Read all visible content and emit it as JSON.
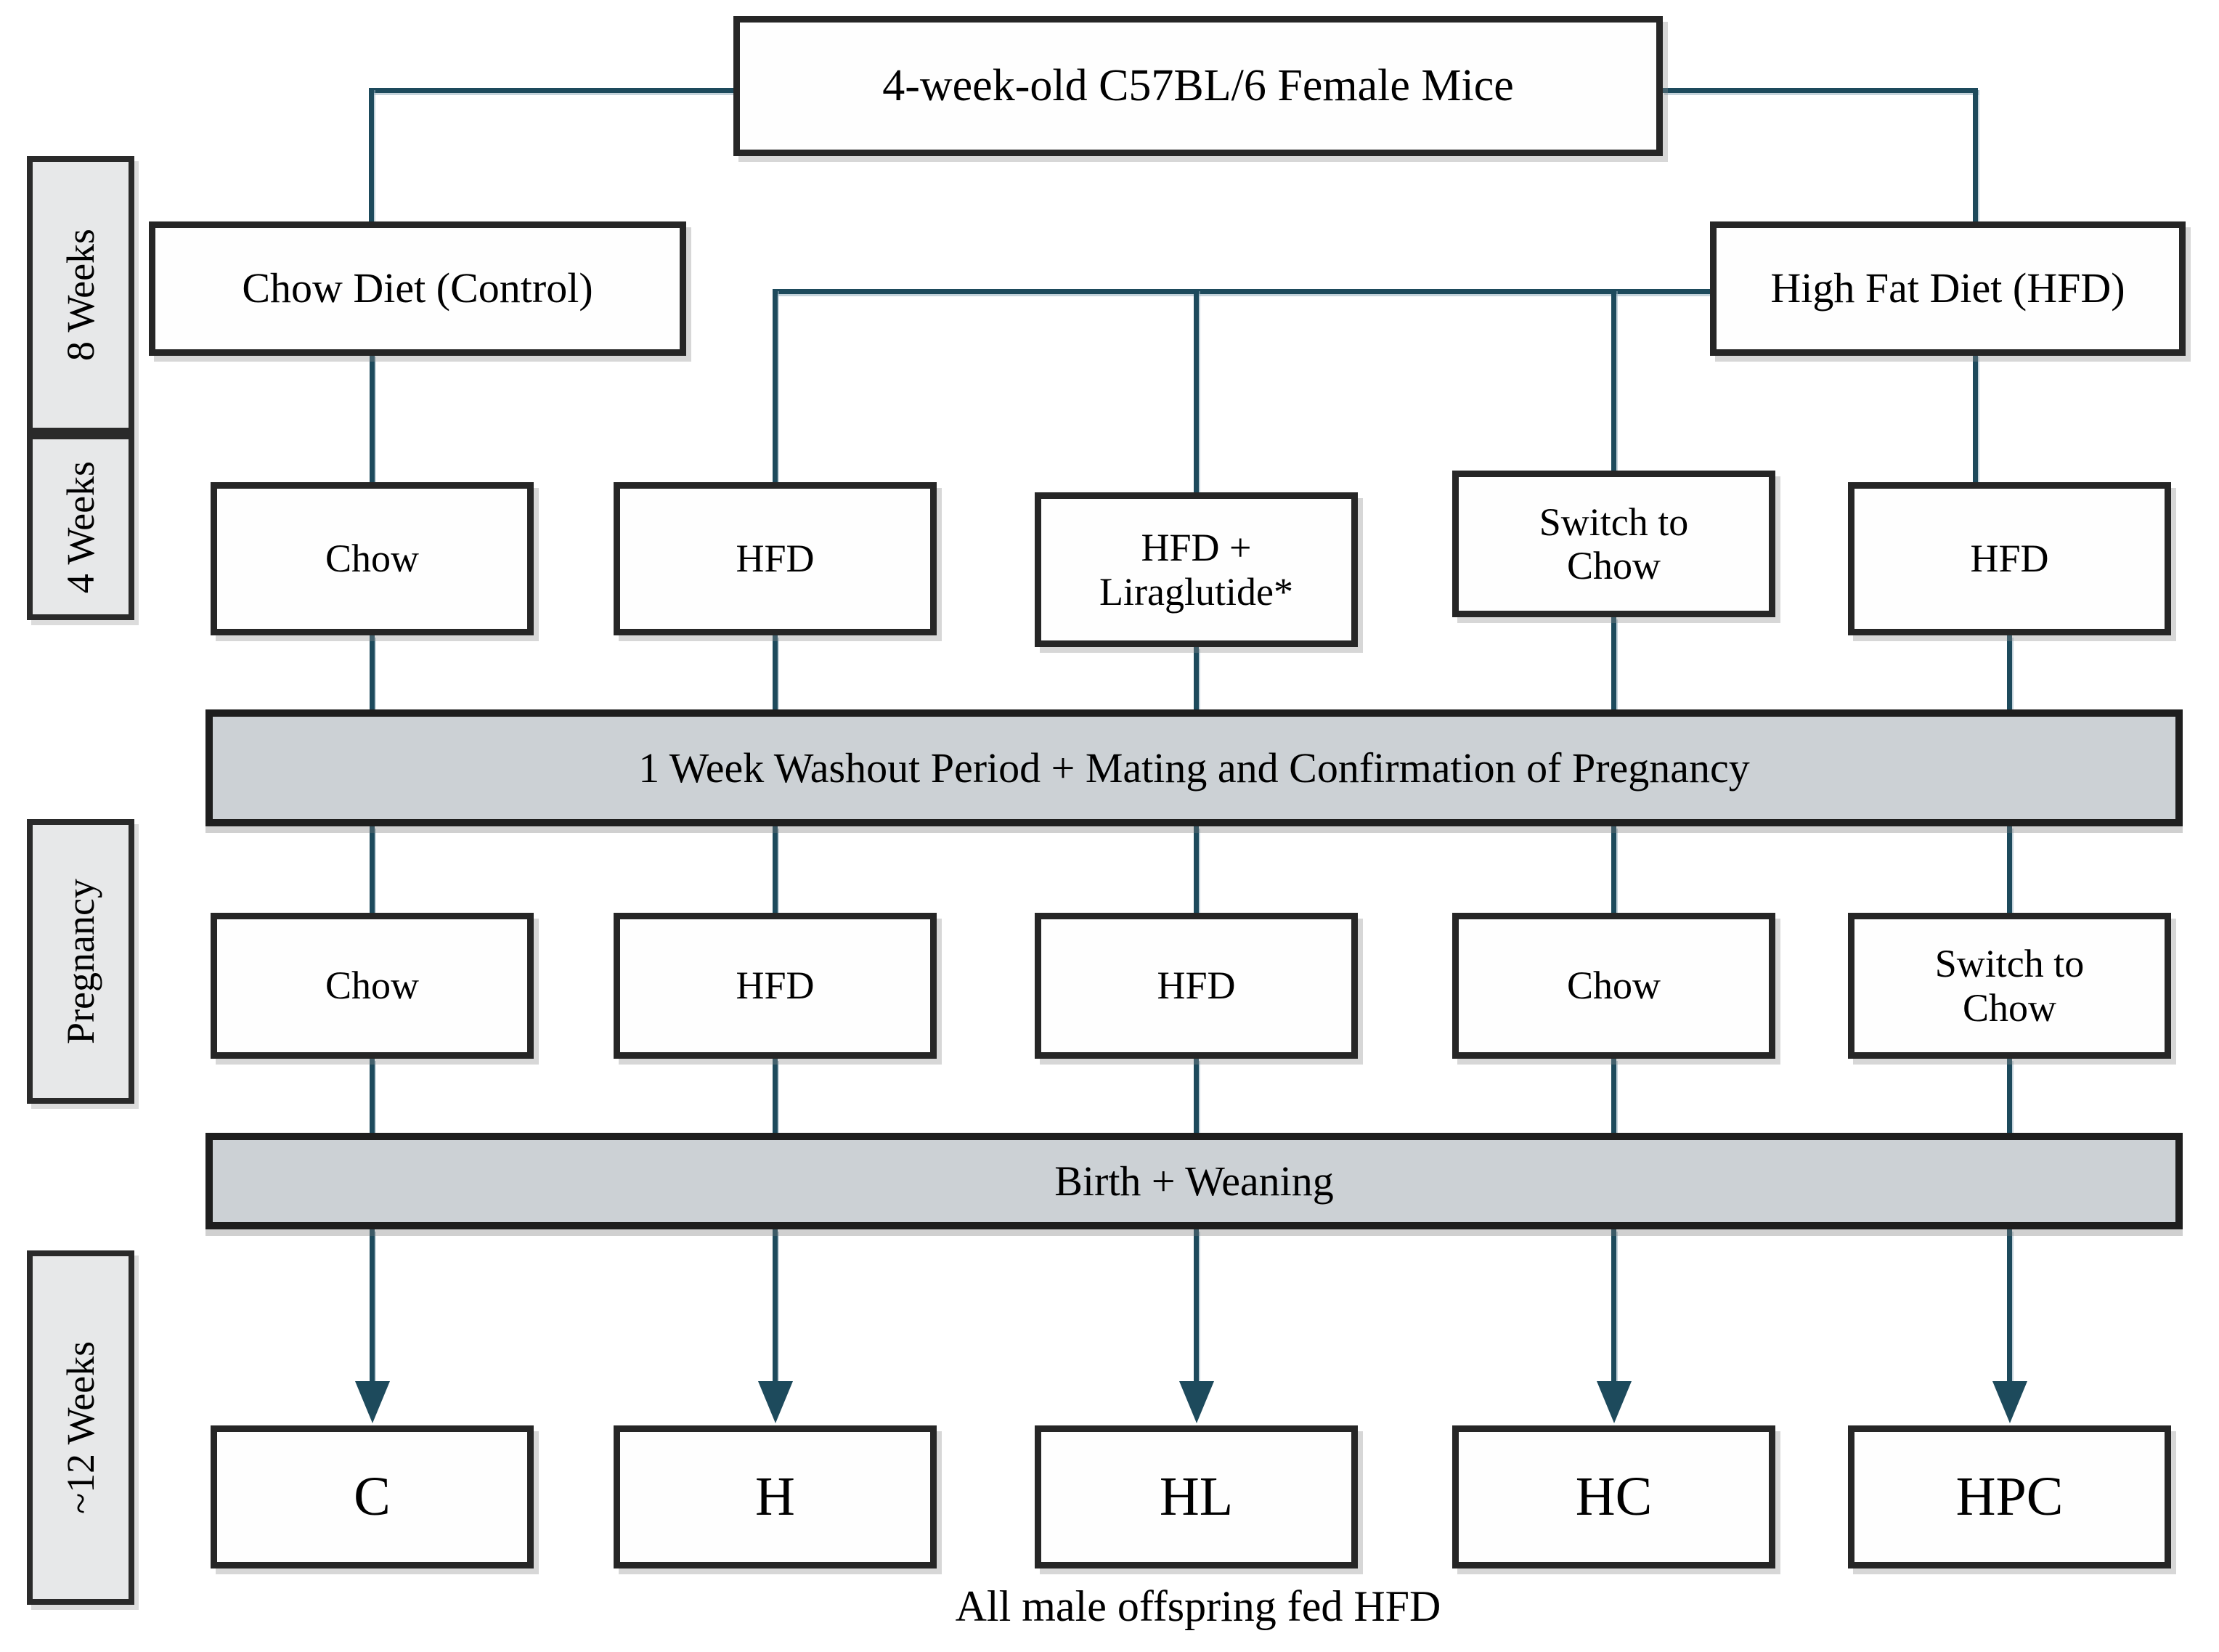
{
  "title": "4-week-old C57BL/6 Female Mice",
  "sidebar": {
    "labels": [
      "8 Weeks",
      "4 Weeks",
      "Pregnancy",
      "~12 Weeks"
    ]
  },
  "maternal_phase1": {
    "control": "Chow Diet (Control)",
    "hfd": "High Fat Diet (HFD)"
  },
  "maternal_phase2": [
    "Chow",
    "HFD",
    "HFD + Liraglutide*",
    "Switch to Chow",
    "HFD"
  ],
  "washout_bar": "1 Week Washout Period + Mating and Confirmation of Pregnancy",
  "pregnancy_diets": [
    "Chow",
    "HFD",
    "HFD",
    "Chow",
    "Switch to Chow"
  ],
  "birth_bar": "Birth + Weaning",
  "offspring_groups": [
    "C",
    "H",
    "HL",
    "HC",
    "HPC"
  ],
  "caption": "All male offspring fed HFD",
  "colors": {
    "line": "#1d4a5c",
    "bar_fill": "#ccd1d5",
    "sidebar_fill": "#e7e8e9",
    "border": "#262626"
  }
}
